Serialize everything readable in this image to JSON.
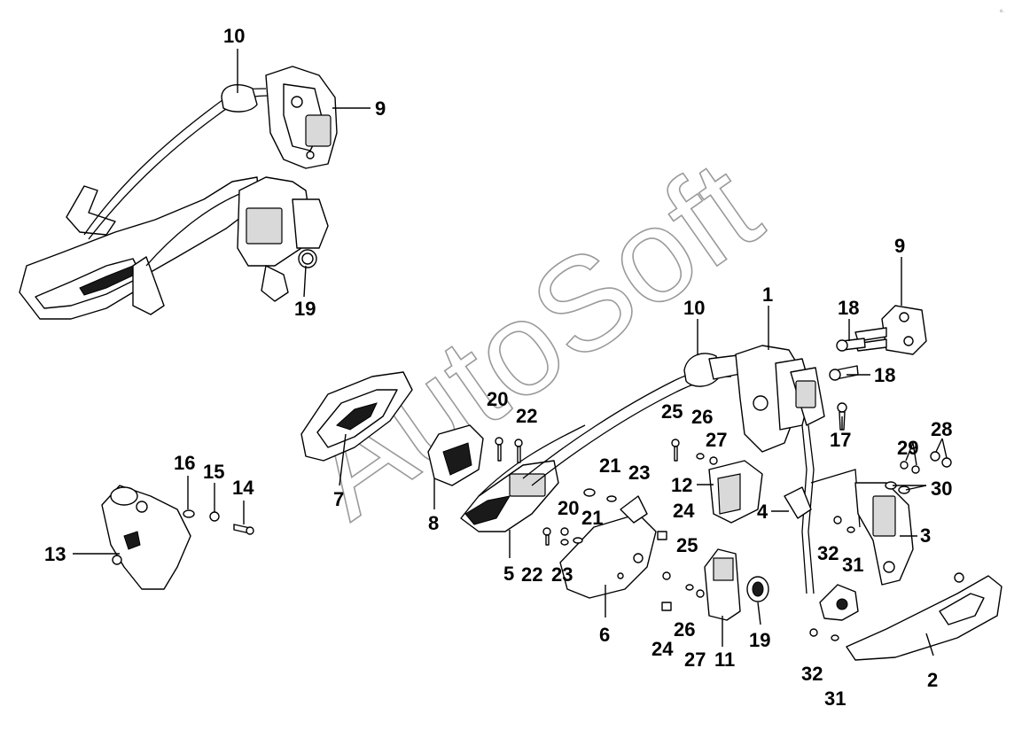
{
  "watermark": "AutoSoft",
  "corner_mark": "e.",
  "callouts": {
    "c1": "1",
    "c2": "2",
    "c3": "3",
    "c4": "4",
    "c5": "5",
    "c6": "6",
    "c7": "7",
    "c8": "8",
    "c9_inset": "9",
    "c9": "9",
    "c10_inset": "10",
    "c10": "10",
    "c11": "11",
    "c12": "12",
    "c13": "13",
    "c14": "14",
    "c15": "15",
    "c16": "16",
    "c17": "17",
    "c18a": "18",
    "c18b": "18",
    "c19_inset": "19",
    "c19": "19",
    "c20a": "20",
    "c20b": "20",
    "c21a": "21",
    "c21b": "21",
    "c22a": "22",
    "c22b": "22",
    "c23a": "23",
    "c23b": "23",
    "c24a": "24",
    "c24b": "24",
    "c25a": "25",
    "c25b": "25",
    "c26a": "26",
    "c26b": "26",
    "c27a": "27",
    "c27b": "27",
    "c28": "28",
    "c29": "29",
    "c30": "30",
    "c31a": "31",
    "c31b": "31",
    "c32a": "32",
    "c32b": "32"
  }
}
